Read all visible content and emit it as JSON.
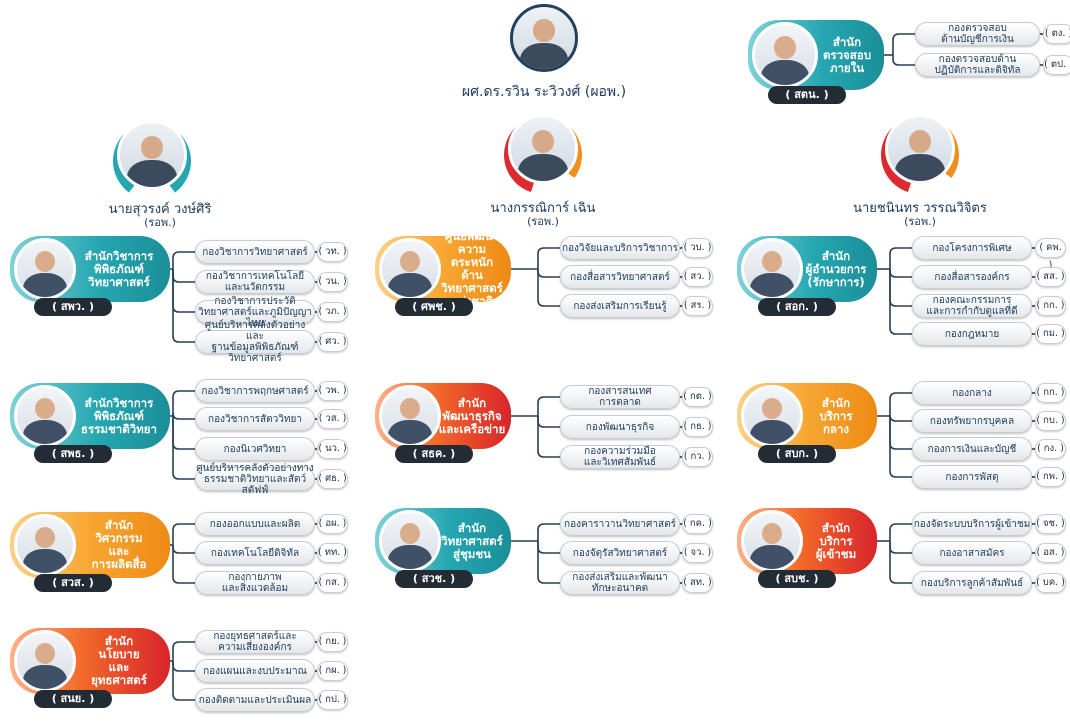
{
  "colors": {
    "teal": "#25a6b1",
    "orange": "#f18f1c",
    "red": "#dd2a2e",
    "navy": "#1c3a5c",
    "dark": "#232b35"
  },
  "top": {
    "name": "ผศ.ดร.รวิน ระวิวงศ์ (ผอพ.)"
  },
  "deputies": [
    {
      "name": "นายสุวรงค์ วงษ์ศิริ",
      "role": "(รอพ.)"
    },
    {
      "name": "นางกรรณิการ์ เฉิน",
      "role": "(รอพ.)"
    },
    {
      "name": "นายชนินทร วรรณวิจิตร",
      "role": "(รอพ.)"
    }
  ],
  "units": [
    {
      "label": "สำนัก\nตรวจสอบ\nภายใน",
      "abbr": "( สตน. )",
      "divisions": [
        {
          "name": "กองตรวจสอบ\nด้านบัญชีการเงิน",
          "code": "( ตง. )"
        },
        {
          "name": "กองตรวจสอบด้าน\nปฏิบัติการและดิจิทัล",
          "code": "( ตป. )"
        }
      ]
    },
    {
      "label": "สำนักวิชาการ\nพิพิธภัณฑ์\nวิทยาศาสตร์",
      "abbr": "( สพว. )",
      "divisions": [
        {
          "name": "กองวิชาการวิทยาศาสตร์",
          "code": "( วท. )"
        },
        {
          "name": "กองวิชาการเทคโนโลยี\nและนวัตกรรม",
          "code": "( วน. )"
        },
        {
          "name": "กองวิชาการประวัติ\nวิทยาศาสตร์และภูมิปัญญาไทย",
          "code": "( วภ. )"
        },
        {
          "name": "ศูนย์บริหารคลังตัวอย่างและ\nฐานข้อมูลพิพิธภัณฑ์วิทยาศาสตร์",
          "code": "( ศว. )"
        }
      ]
    },
    {
      "label": "สำนักวิชาการ\nพิพิธภัณฑ์\nธรรมชาติวิทยา",
      "abbr": "( สพธ. )",
      "divisions": [
        {
          "name": "กองวิชาการพฤกษศาสตร์",
          "code": "( วพ. )"
        },
        {
          "name": "กองวิชาการสัตววิทยา",
          "code": "( วส. )"
        },
        {
          "name": "กองนิเวศวิทยา",
          "code": "( นว. )"
        },
        {
          "name": "ศูนย์บริหารคลังตัวอย่างทาง\nธรรมชาติวิทยาและสัตว์สตัฟฟ์",
          "code": "( ศธ. )"
        }
      ]
    },
    {
      "label": "สำนัก\nวิศวกรรม\nและ\nการผลิตสื่อ",
      "abbr": "( สวส. )",
      "divisions": [
        {
          "name": "กองออกแบบและผลิต",
          "code": "( อผ. )"
        },
        {
          "name": "กองเทคโนโลยีดิจิทัล",
          "code": "( ทท. )"
        },
        {
          "name": "กองกายภาพ\nและสิ่งแวดล้อม",
          "code": "( กส. )"
        }
      ]
    },
    {
      "label": "สำนัก\nนโยบาย\nและ\nยุทธศาสตร์",
      "abbr": "( สนย. )",
      "divisions": [
        {
          "name": "กองยุทธศาสตร์และ\nความเสี่ยงองค์กร",
          "code": "( กย. )"
        },
        {
          "name": "กองแผนและงบประมาณ",
          "code": "( กผ. )"
        },
        {
          "name": "กองติดตามและประเมินผล",
          "code": "( กป. )"
        }
      ]
    },
    {
      "label": "ศูนย์พัฒนา\nความตระหนัก\nด้าน\nวิทยาศาสตร์\nแห่งชาติ",
      "abbr": "( ศพช. )",
      "divisions": [
        {
          "name": "กองวิจัยและบริการวิชาการ",
          "code": "( วบ. )"
        },
        {
          "name": "กองสื่อสารวิทยาศาสตร์",
          "code": "( สว. )"
        },
        {
          "name": "กองส่งเสริมการเรียนรู้",
          "code": "( สร. )"
        }
      ]
    },
    {
      "label": "สำนัก\nพัฒนาธุรกิจ\nและเครือข่าย",
      "abbr": "( สธค. )",
      "divisions": [
        {
          "name": "กองสารสนเทศ\nการตลาด",
          "code": "( กต. )"
        },
        {
          "name": "กองพัฒนาธุรกิจ",
          "code": "( กธ. )"
        },
        {
          "name": "กองความร่วมมือ\nและวิเทศสัมพันธ์",
          "code": "( กว. )"
        }
      ]
    },
    {
      "label": "สำนัก\nวิทยาศาสตร์\nสู่ชุมชน",
      "abbr": "( สวช. )",
      "divisions": [
        {
          "name": "กองคาราวานวิทยาศาสตร์",
          "code": "( กค. )"
        },
        {
          "name": "กองจัตุรัสวิทยาศาสตร์",
          "code": "( จว. )"
        },
        {
          "name": "กองส่งเสริมและพัฒนา\nทักษะอนาคต",
          "code": "( สท. )"
        }
      ]
    },
    {
      "label": "สำนัก\nผู้อำนวยการ\n(รักษาการ)",
      "abbr": "( สอก. )",
      "divisions": [
        {
          "name": "กองโครงการพิเศษ",
          "code": "( คพ. )"
        },
        {
          "name": "กองสื่อสารองค์กร",
          "code": "( สส. )"
        },
        {
          "name": "กองคณะกรรมการ\nและการกำกับดูแลที่ดี",
          "code": "( กก. )"
        },
        {
          "name": "กองกฎหมาย",
          "code": "( กม. )"
        }
      ]
    },
    {
      "label": "สำนัก\nบริการ\nกลาง",
      "abbr": "( สบก. )",
      "divisions": [
        {
          "name": "กองกลาง",
          "code": "( กก. )"
        },
        {
          "name": "กองทรัพยากรบุคคล",
          "code": "( กบ. )"
        },
        {
          "name": "กองการเงินและบัญชี",
          "code": "( กง. )"
        },
        {
          "name": "กองการพัสดุ",
          "code": "( กพ. )"
        }
      ]
    },
    {
      "label": "สำนัก\nบริการ\nผู้เข้าชม",
      "abbr": "( สบช. )",
      "divisions": [
        {
          "name": "กองจัดระบบบริการผู้เข้าชม",
          "code": "( จช. )"
        },
        {
          "name": "กองอาสาสมัคร",
          "code": "( อส. )"
        },
        {
          "name": "กองบริการลูกค้าสัมพันธ์",
          "code": "( บค. )"
        }
      ]
    }
  ]
}
